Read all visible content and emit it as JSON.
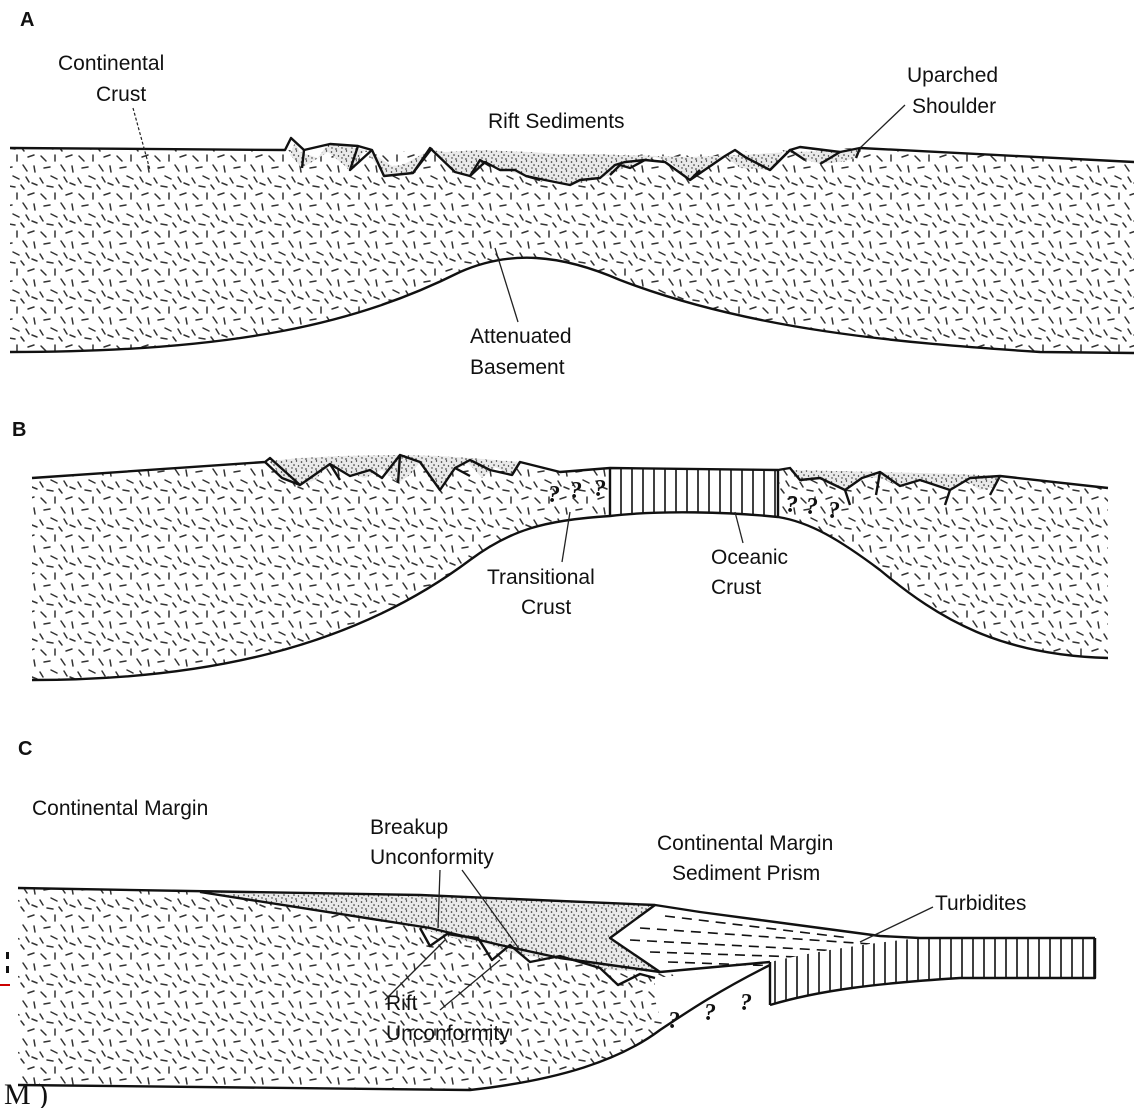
{
  "panels": {
    "a": {
      "id": "A",
      "continental_crust": [
        "Continental",
        "Crust"
      ],
      "uparched_shoulder": [
        "Uparched",
        "Shoulder"
      ],
      "rift_sediments": "Rift Sediments",
      "attenuated_basement": [
        "Attenuated",
        "Basement"
      ]
    },
    "b": {
      "id": "B",
      "transitional_crust": [
        "Transitional",
        "Crust"
      ],
      "oceanic_crust": [
        "Oceanic",
        "Crust"
      ],
      "qmarks_left": [
        "?",
        "?",
        "?"
      ],
      "qmarks_right": [
        "?",
        "?",
        "?"
      ]
    },
    "c": {
      "id": "C",
      "continental_margin": "Continental Margin",
      "breakup_unconformity": [
        "Breakup",
        "Unconformity"
      ],
      "continental_margin_prism": [
        "Continental  Margin",
        "Sediment  Prism"
      ],
      "turbidites": "Turbidites",
      "rift_unconformity": [
        "Rift",
        "Unconformity"
      ],
      "qmarks": [
        "?",
        "?",
        "?"
      ]
    }
  },
  "corner_fragment": "M )",
  "colors": {
    "ink": "#111111",
    "paper": "#ffffff",
    "edge_marks": "#cc0000"
  }
}
